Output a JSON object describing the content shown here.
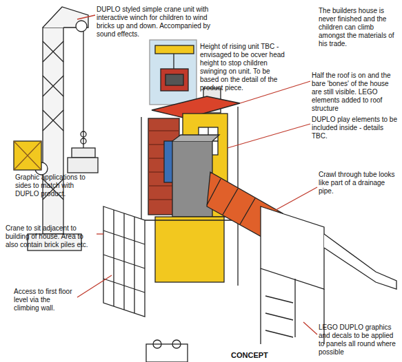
{
  "diagram": {
    "labels": [
      "DUPLO styled simple crane unit with interactive winch for children to wind bricks up and down. Accompanied by sound effects.",
      "Height of rising unit TBC - envisaged to be ocver head height to stop children swinging on unit. To be based on the detail of the product piece.",
      "The builders house is never finished and the children can climb amongst the materials of his trade.",
      "Half the roof is on and the bare 'bones' of the house are still visible. LEGO elements added to roof structure",
      "DUPLO play elements to be included inside - details TBC.",
      "Graphic applications to sides to match with DUPLO product.",
      "Crawl through tube looks like part of a drainage pipe.",
      "Crane to sit adjacent to building of house. Area to also contain brick piles etc.",
      "Access to first floor level via the climbing wall.",
      "LEGO DUPLO graphics and decals to be applied to panels all round where possible",
      "CONCEPT"
    ]
  }
}
